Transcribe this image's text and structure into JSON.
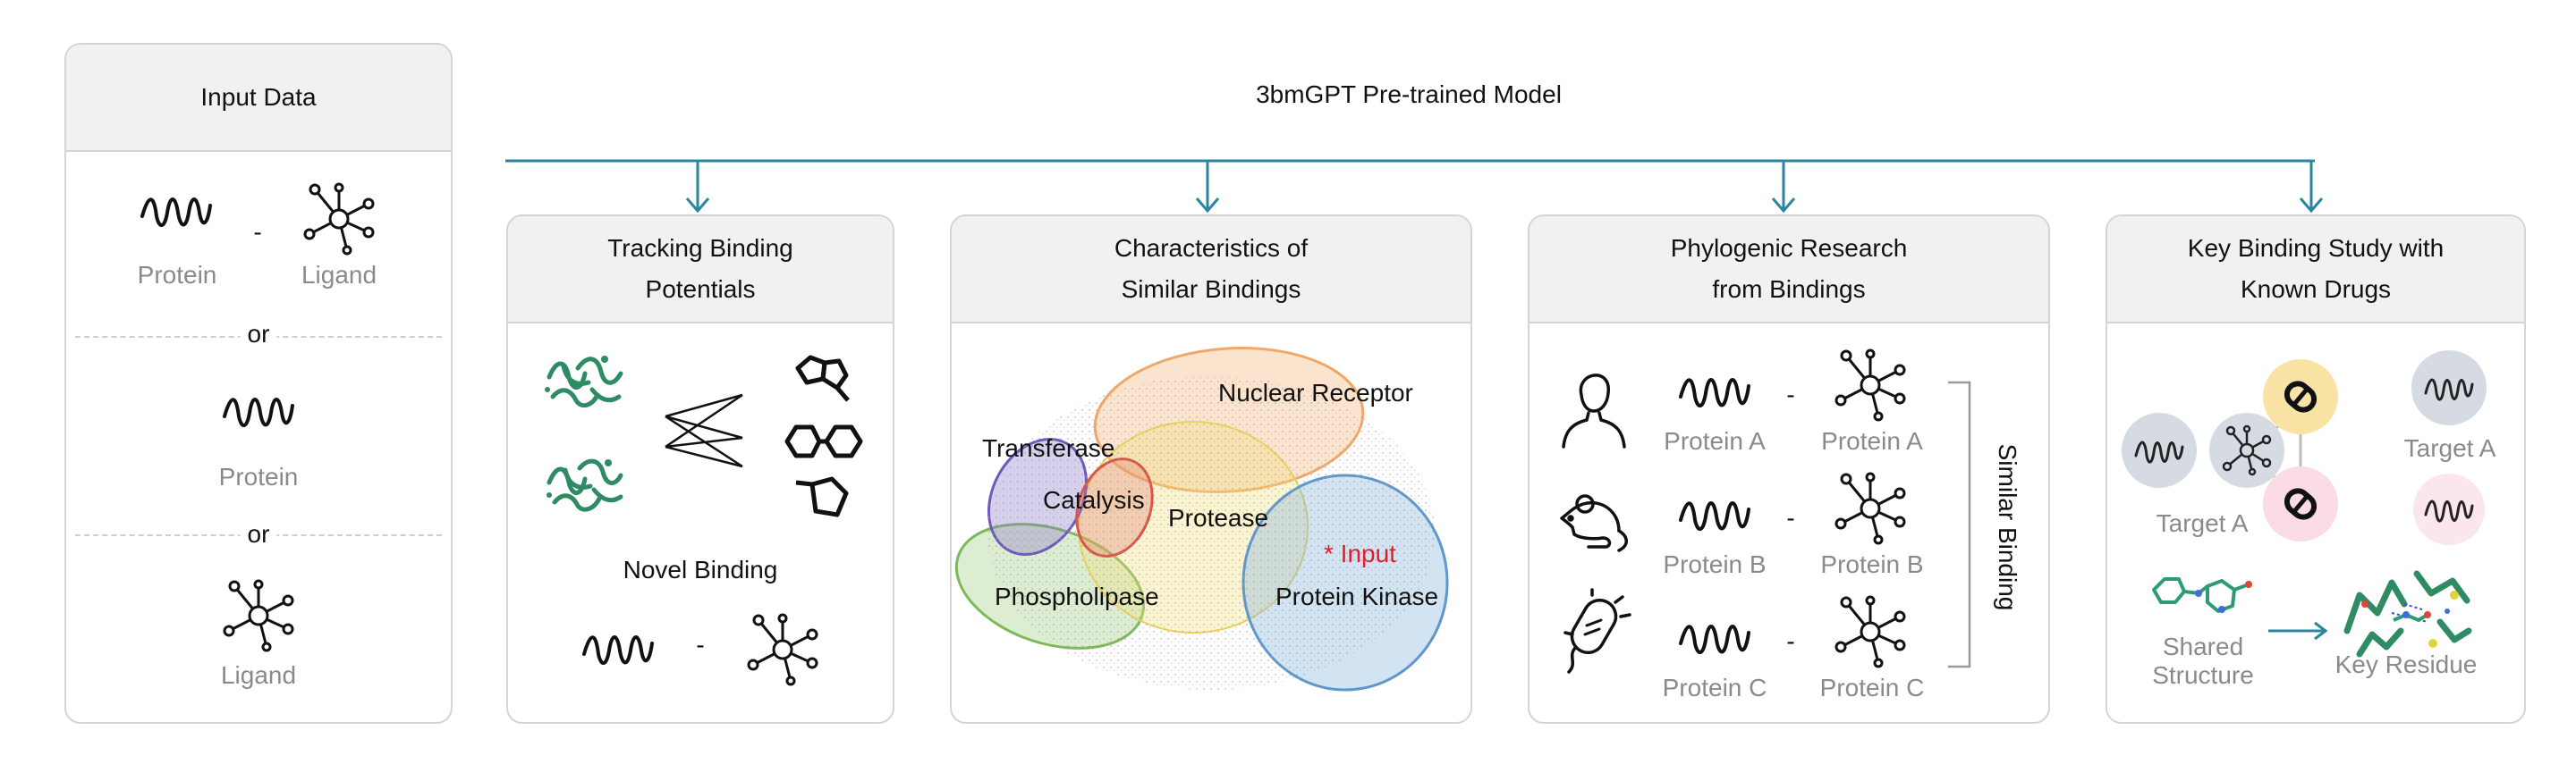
{
  "model_title": "3bmGPT Pre-trained Model",
  "input_panel": {
    "title": "Input Data",
    "protein_label": "Protein",
    "ligand_label": "Ligand",
    "dash": "-",
    "or_1": "or",
    "protein_only_label": "Protein",
    "or_2": "or",
    "ligand_only_label": "Ligand"
  },
  "tracking_panel": {
    "title_line1": "Tracking Binding",
    "title_line2": "Potentials",
    "novel_binding_label": "Novel Binding",
    "dash": "-"
  },
  "characteristics_panel": {
    "title_line1": "Characteristics of",
    "title_line2": "Similar Bindings",
    "clusters": {
      "nuclear_receptor": "Nuclear Receptor",
      "transferase": "Transferase",
      "catalysis": "Catalysis",
      "protease": "Protease",
      "input_marker": "* Input",
      "protein_kinase": "Protein Kinase",
      "phospholipase": "Phospholipase"
    },
    "colors": {
      "nuclear_receptor": "#f6c391",
      "transferase": "#8a78c8",
      "catalysis": "#e07060",
      "protease": "#f3df7a",
      "protein_kinase": "#8fb8df",
      "phospholipase": "#9ccb7c",
      "input": "#e11d2a"
    }
  },
  "phylogenic_panel": {
    "title_line1": "Phylogenic Research",
    "title_line2": "from Bindings",
    "rows": [
      {
        "organism_icon": "human-icon",
        "protein": "Protein A",
        "ligand": "Protein A",
        "dash": "-"
      },
      {
        "organism_icon": "mouse-icon",
        "protein": "Protein B",
        "ligand": "Protein B",
        "dash": "-"
      },
      {
        "organism_icon": "bacterium-icon",
        "protein": "Protein C",
        "ligand": "Protein C",
        "dash": "-"
      }
    ],
    "similar_binding_label": "Similar Binding"
  },
  "key_binding_panel": {
    "title_line1": "Key Binding Study with",
    "title_line2": "Known Drugs",
    "target_a_left": "Target A",
    "target_a_right": "Target A",
    "shared_structure_line1": "Shared",
    "shared_structure_line2": "Structure",
    "key_residue_label": "Key Residue"
  },
  "accent_color": "#2a86a0"
}
